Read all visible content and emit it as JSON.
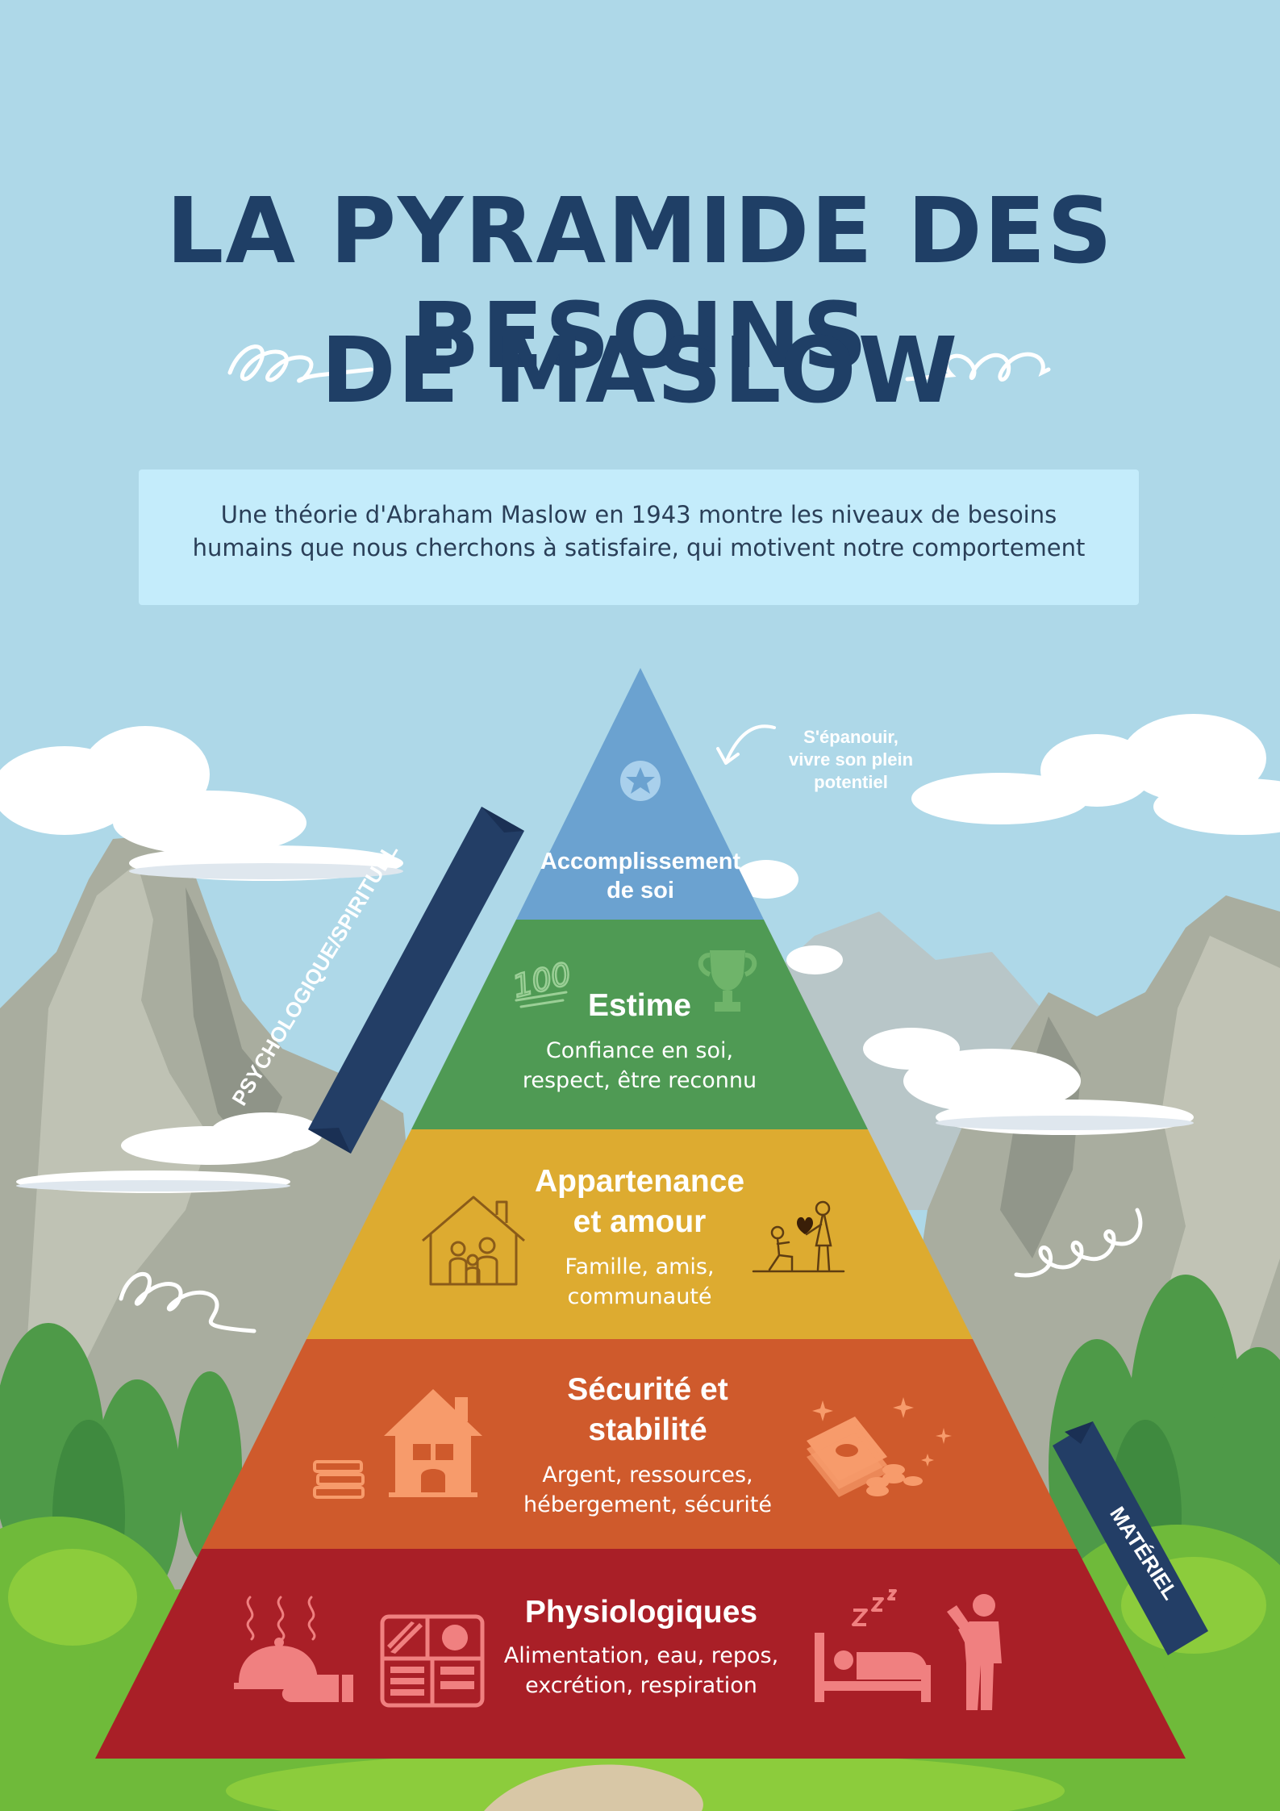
{
  "title": {
    "line1": "LA PYRAMIDE DES BESOINS",
    "line2": "DE MASLOW"
  },
  "intro": {
    "line1": "Une théorie d'Abraham Maslow en 1943 montre les niveaux de besoins",
    "line2": "humains que nous cherchons à satisfaire, qui motivent notre comportement"
  },
  "pyramid": {
    "tiers": [
      {
        "name_lines": [
          "Accomplissement",
          "de soi"
        ],
        "desc_lines": [],
        "color": "#6ba2d0"
      },
      {
        "name_lines": [
          "Estime"
        ],
        "desc_lines": [
          "Confiance en soi,",
          "respect, être reconnu"
        ],
        "color": "#4f9a54"
      },
      {
        "name_lines": [
          "Appartenance",
          "et amour"
        ],
        "desc_lines": [
          "Famille, amis,",
          "communauté"
        ],
        "color": "#ddab30"
      },
      {
        "name_lines": [
          "Sécurité et",
          "stabilité"
        ],
        "desc_lines": [
          "Argent, ressources,",
          "hébergement, sécurité"
        ],
        "color": "#cf5a2c"
      },
      {
        "name_lines": [
          "Physiologiques"
        ],
        "desc_lines": [
          "Alimentation, eau, repos,",
          "excrétion, respiration"
        ],
        "color": "#a91f27"
      }
    ]
  },
  "annotation": {
    "lines": [
      "S'épanouir,",
      "vivre son plein",
      "potentiel"
    ]
  },
  "banners": {
    "psychological": "PSYCHOLOGIQUE/SPIRITUEL",
    "material": "MATÉRIEL"
  },
  "estime_badge": "100",
  "icons": {
    "accomplissement": "star-icon",
    "estime": [
      "hundred-points-icon",
      "trophy-icon"
    ],
    "appartenance": [
      "family-house-icon",
      "proposal-couple-icon"
    ],
    "securite": [
      "books-icon",
      "house-icon",
      "money-coins-icon"
    ],
    "physiologiques": [
      "serving-cloche-icon",
      "meal-tray-icon",
      "sleeping-bed-icon",
      "person-drinking-icon"
    ]
  },
  "colors": {
    "sky": "#aed8e8",
    "title": "#1f3f66",
    "intro_box": "#c4ecfb",
    "banner": "#233e66",
    "mountain": "#a9ad9f",
    "grass": "#6fba3a"
  }
}
